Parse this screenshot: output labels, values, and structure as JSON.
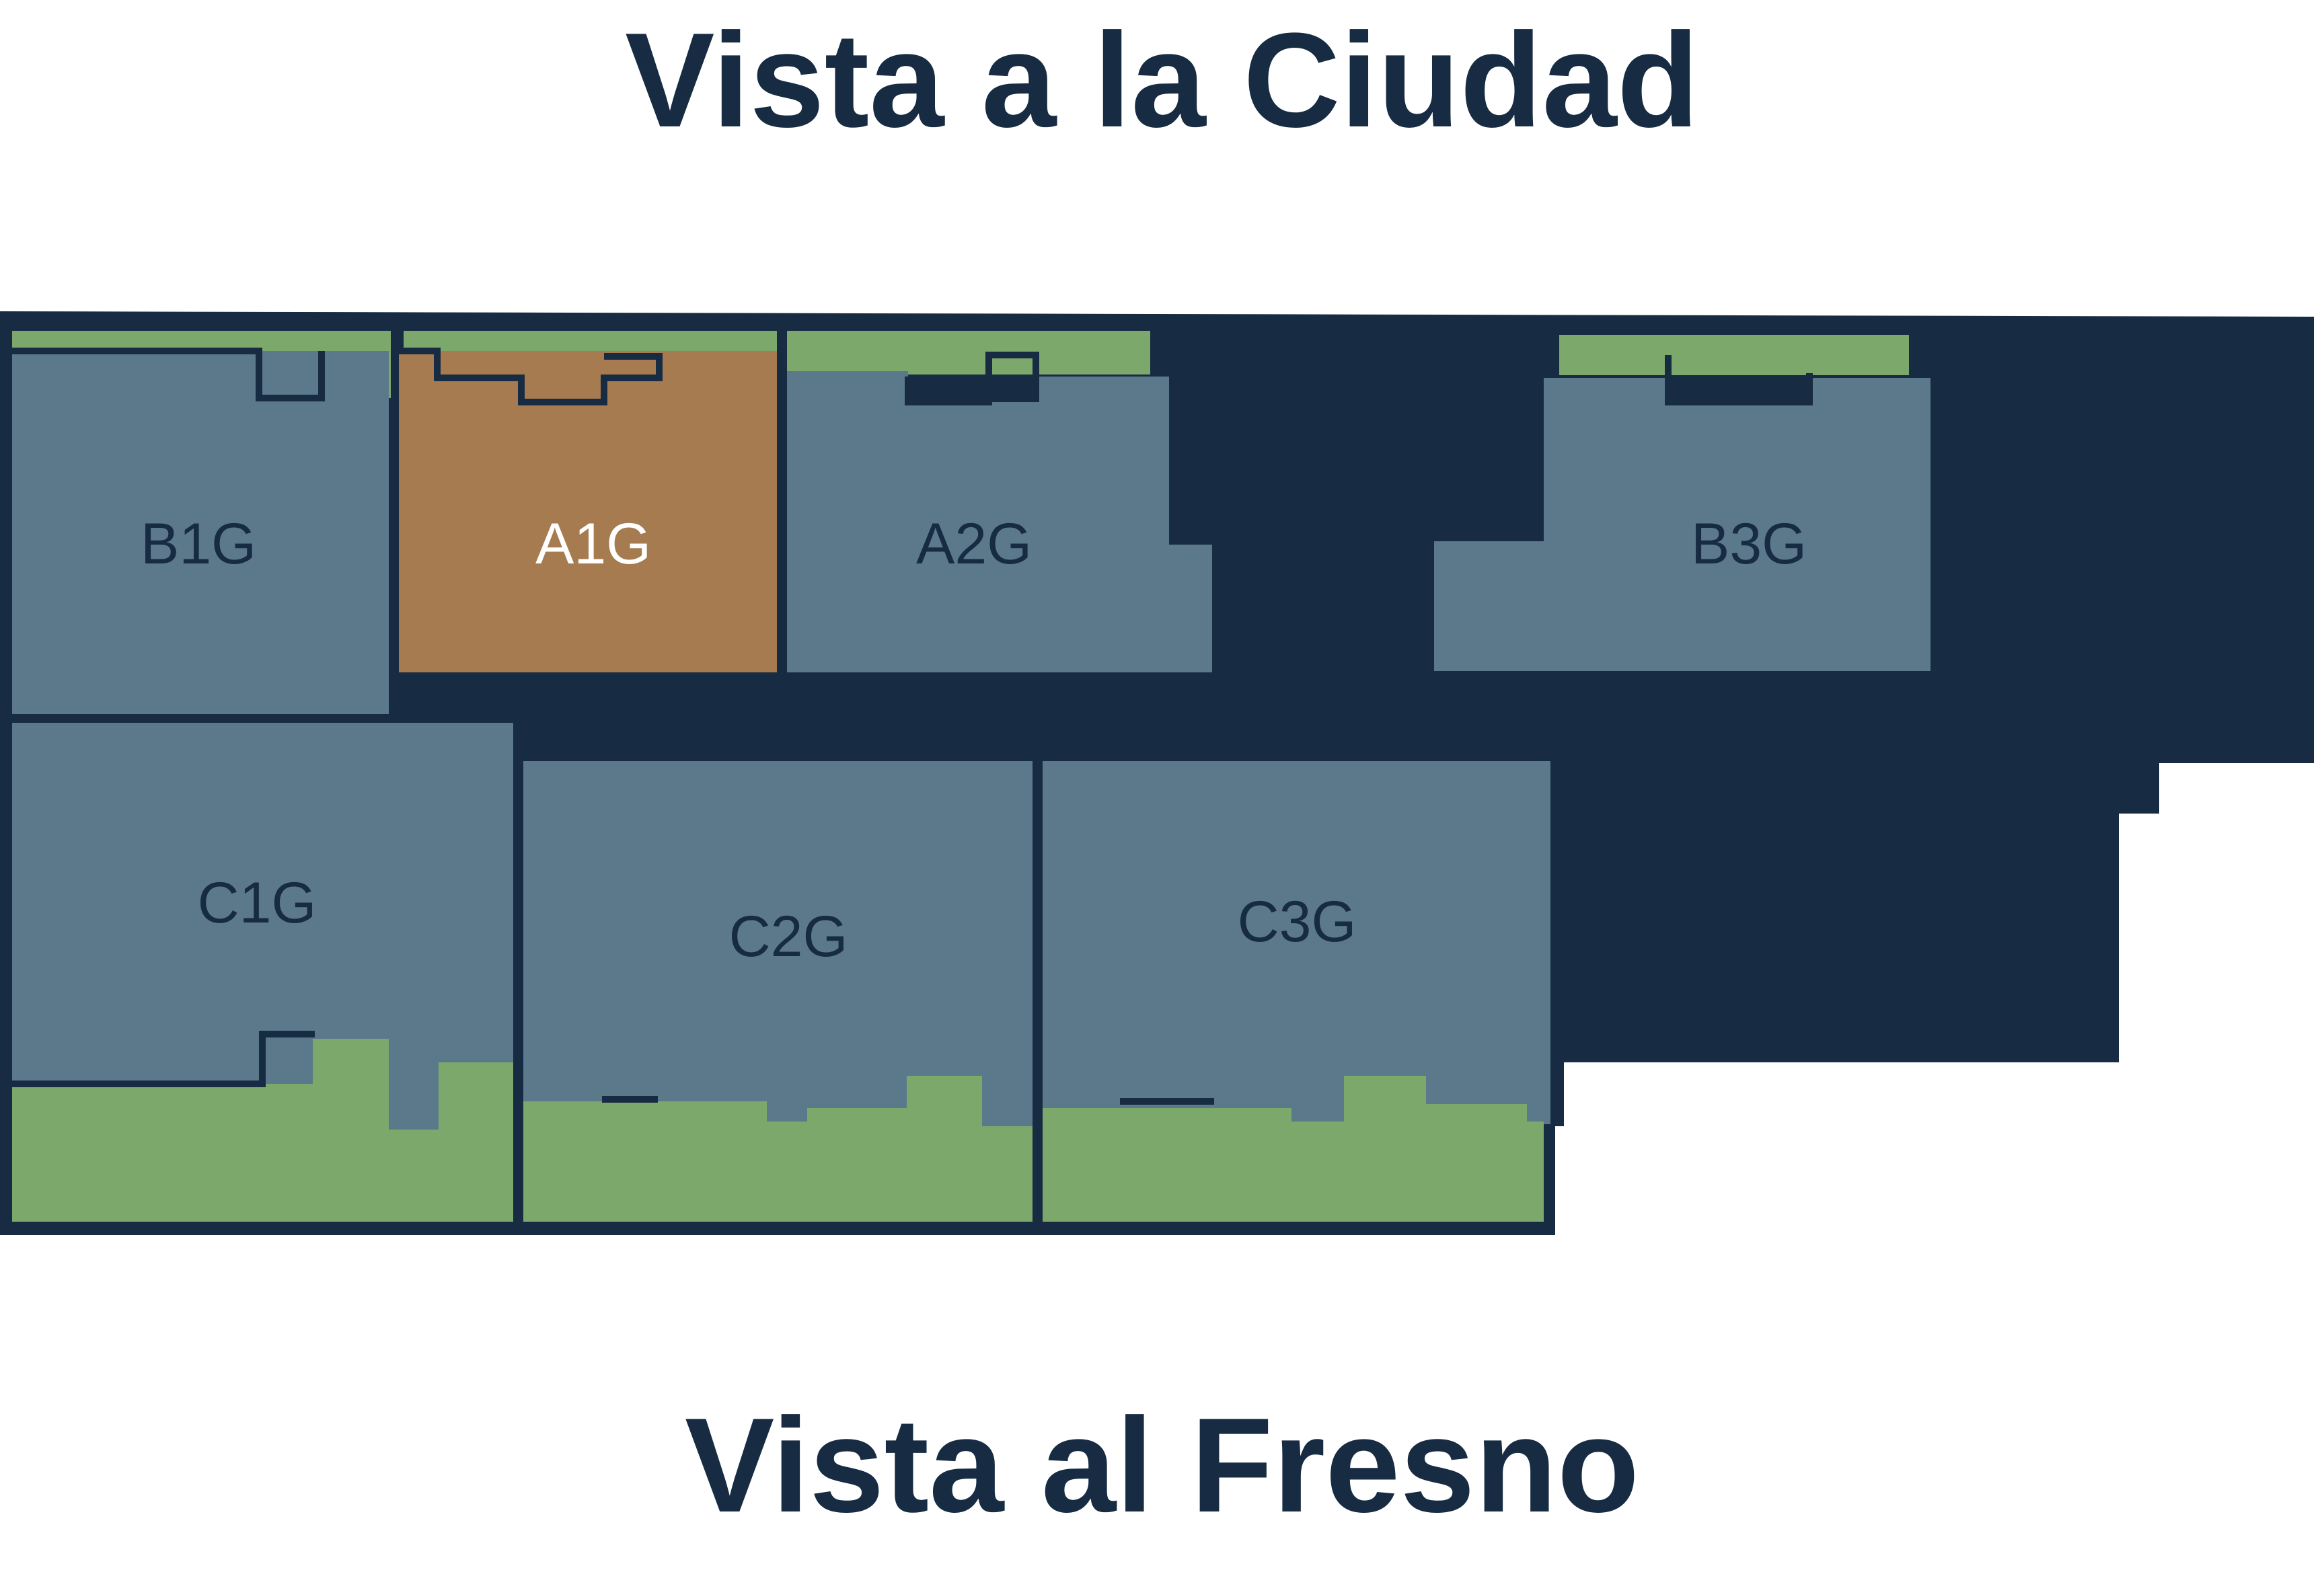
{
  "top_heading": "Vista a la Ciudad",
  "bottom_heading": "Vista al Fresno",
  "colors": {
    "structure": "#172b42",
    "unit": "#5c798c",
    "unit_selected": "#a67b50",
    "terrace": "#7da86c",
    "label": "#172b42",
    "label_selected": "#ffffff"
  },
  "units": [
    {
      "id": "B1G",
      "label": "B1G",
      "selected": false
    },
    {
      "id": "A1G",
      "label": "A1G",
      "selected": true
    },
    {
      "id": "A2G",
      "label": "A2G",
      "selected": false
    },
    {
      "id": "B3G",
      "label": "B3G",
      "selected": false
    },
    {
      "id": "C1G",
      "label": "C1G",
      "selected": false
    },
    {
      "id": "C2G",
      "label": "C2G",
      "selected": false
    },
    {
      "id": "C3G",
      "label": "C3G",
      "selected": false
    }
  ]
}
